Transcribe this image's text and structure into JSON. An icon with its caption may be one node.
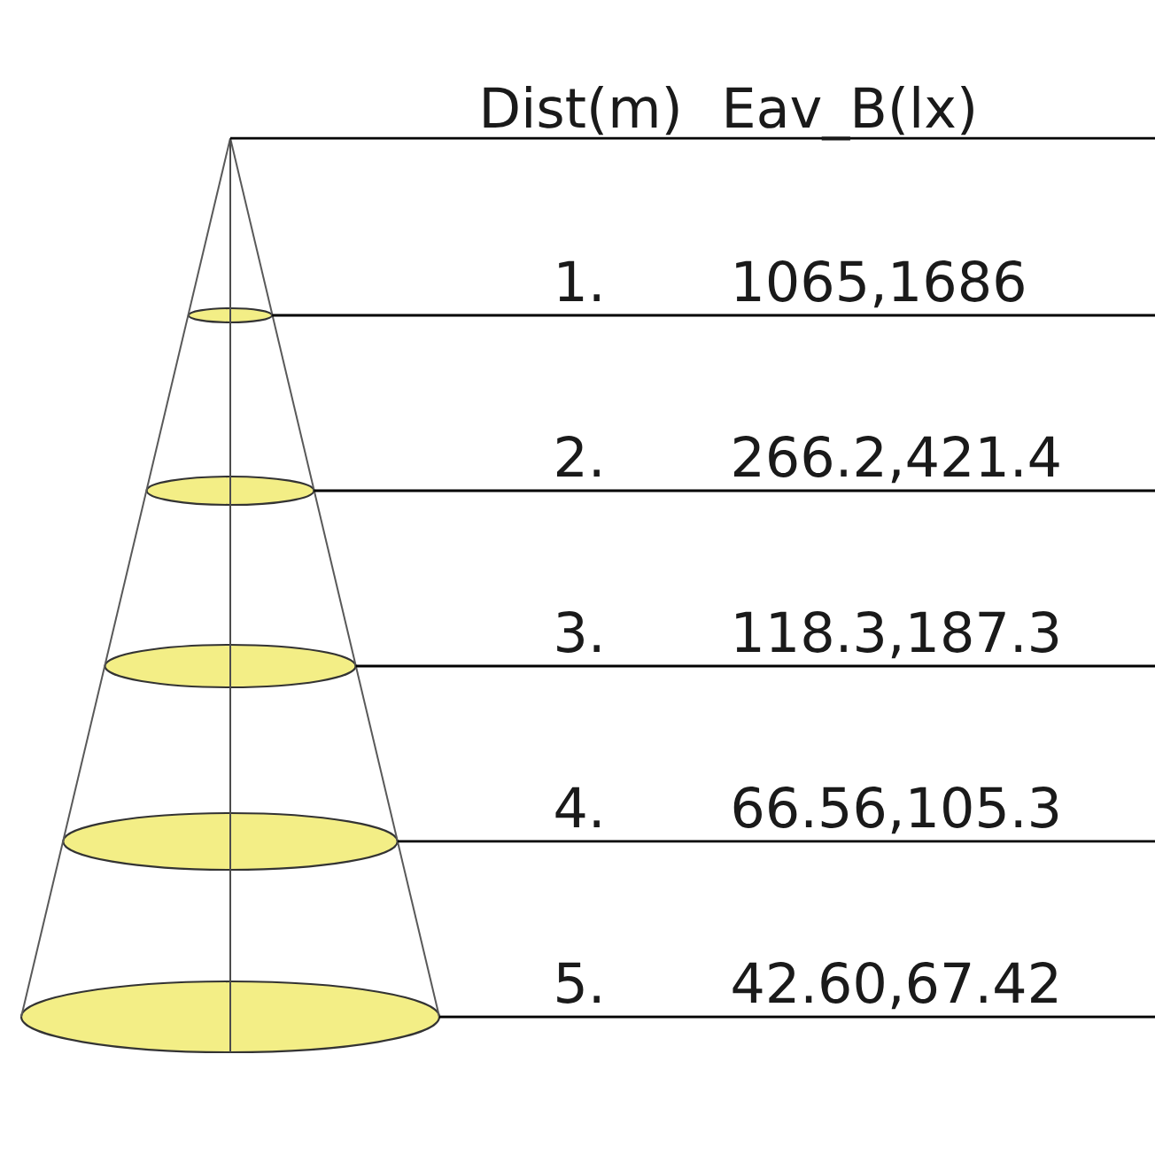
{
  "diagram": {
    "labels": [
      "Dist(m)",
      "Eav_B(lx)",
      "1.",
      "1065,1686",
      "2.",
      "266.2,421.4",
      "3.",
      "118.3,187.3",
      "4.",
      "66.56,105.3",
      "5.",
      "42.60,67.42"
    ]
  }
}
